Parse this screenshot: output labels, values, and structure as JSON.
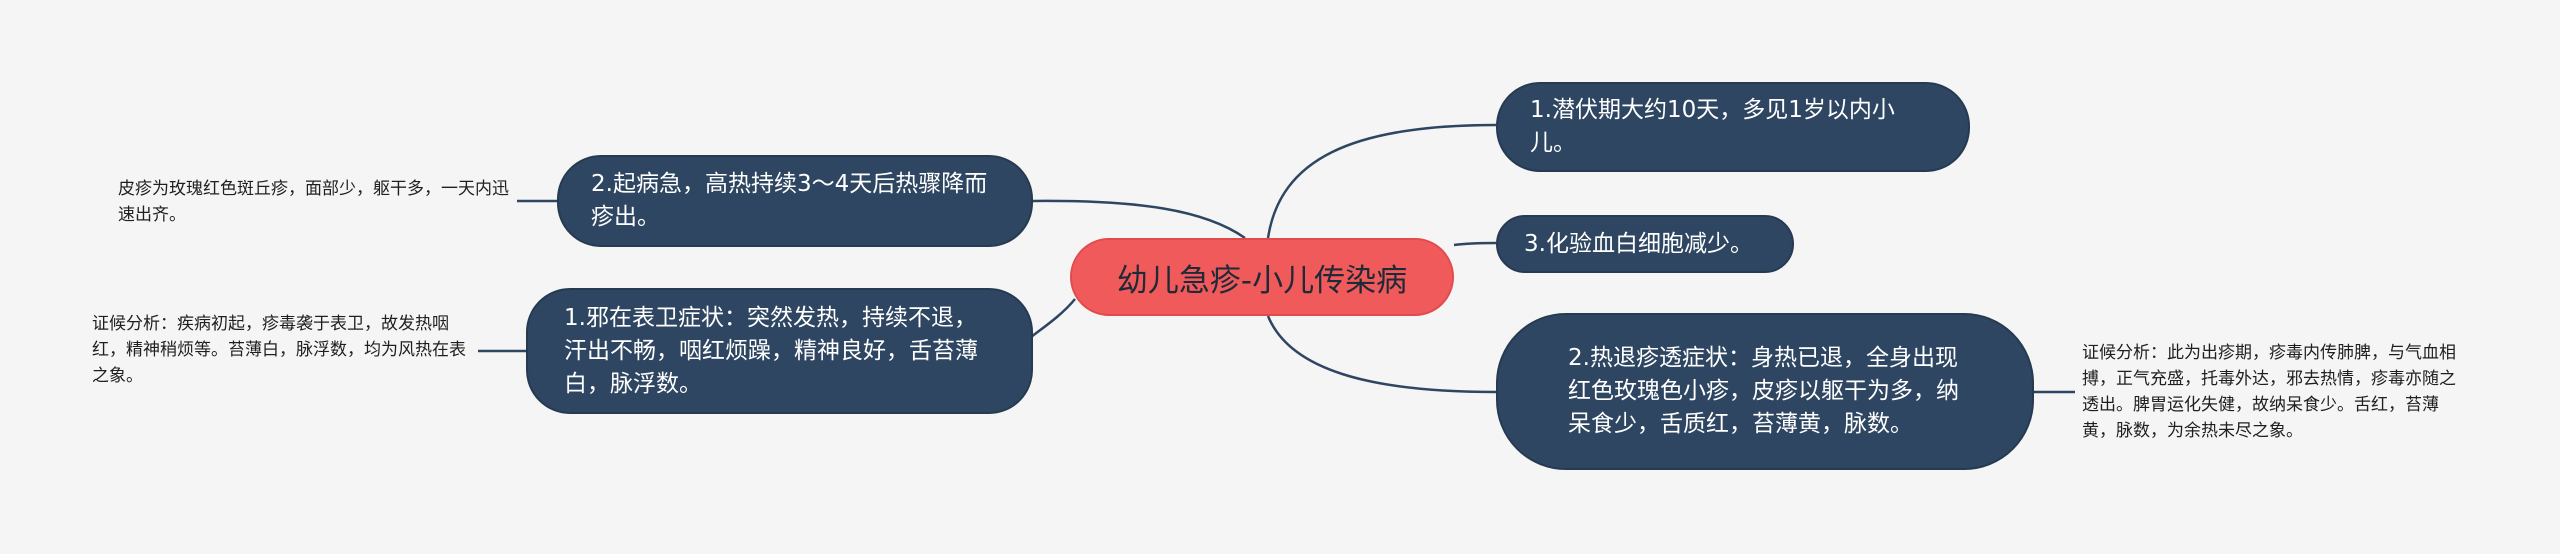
{
  "root": {
    "label": "幼儿急疹-小儿传染病"
  },
  "branches": {
    "left_top": {
      "label": "2.起病急，高热持续3～4天后热骤降而疹出。"
    },
    "left_bottom": {
      "label": "1.邪在表卫症状：突然发热，持续不退，汗出不畅，咽红烦躁，精神良好，舌苔薄白，脉浮数。"
    },
    "right_top": {
      "label": "1.潜伏期大约10天，多见1岁以内小儿。"
    },
    "right_middle": {
      "label": "3.化验血白细胞减少。"
    },
    "right_bottom": {
      "label": "2.热退疹透症状：身热已退，全身出现红色玫瑰色小疹，皮疹以躯干为多，纳呆食少，舌质红，苔薄黄，脉数。"
    }
  },
  "leaves": {
    "left_top": {
      "text": "皮疹为玫瑰红色斑丘疹，面部少，躯干多，一天内迅速出齐。"
    },
    "left_bottom": {
      "text": "证候分析：疾病初起，疹毒袭于表卫，故发热咽红，精神稍烦等。苔薄白，脉浮数，均为风热在表之象。"
    },
    "right_bottom": {
      "text": "证候分析：此为出疹期，疹毒内传肺脾，与气血相搏，正气充盛，托毒外达，邪去热情，疹毒亦随之透出。脾胃运化失健，故纳呆食少。舌红，苔薄黄，脉数，为余热未尽之象。"
    }
  },
  "colors": {
    "background": "#f5f5f5",
    "root_fill": "#f05a5a",
    "branch_fill": "#2e4661",
    "connector": "#2e4661"
  }
}
